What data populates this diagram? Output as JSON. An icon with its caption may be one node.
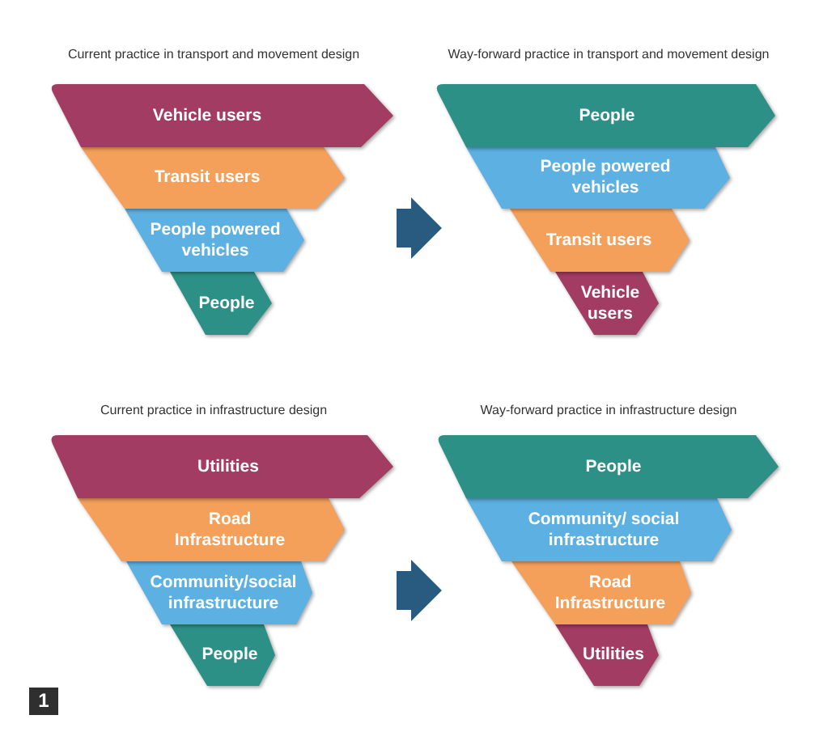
{
  "diagram": {
    "nodes": [
      {
        "text": [
          "Current practice in transport and movement design"
        ]
      },
      {
        "text": [
          "Vehicle users"
        ],
        "in": 0
      },
      {
        "text": [
          "Transit users"
        ],
        "in": 0
      },
      {
        "text": [
          "People powered vehicles"
        ],
        "in": 0
      },
      {
        "text": [
          "People"
        ],
        "in": 0
      },
      {
        "text": [
          "Way-forward practice in transport and movement design"
        ]
      },
      {
        "text": [
          "People"
        ],
        "in": 5
      },
      {
        "text": [
          "People powered vehicles"
        ],
        "in": 5
      },
      {
        "text": [
          "Transit users"
        ],
        "in": 5
      },
      {
        "text": [
          "Vehicle users"
        ],
        "in": 5
      },
      {
        "text": [
          "Current practice in infrastructure design"
        ]
      },
      {
        "text": [
          "Utilities"
        ],
        "in": 10
      },
      {
        "text": [
          "Road Infrastructure"
        ],
        "in": 10
      },
      {
        "text": [
          "Community/social infrastructure"
        ],
        "in": 10
      },
      {
        "text": [
          "People"
        ],
        "in": 10
      },
      {
        "text": [
          "Way-forward practice in infrastructure design"
        ]
      },
      {
        "text": [
          "People"
        ],
        "in": 15
      },
      {
        "text": [
          "Community/ social infrastructure"
        ],
        "in": 15
      },
      {
        "text": [
          "Road Infrastructure"
        ],
        "in": 15
      },
      {
        "text": [
          "Utilities"
        ],
        "in": 15
      }
    ],
    "edges": [
      {
        "from": 0,
        "to": 5,
        "arrow": "to"
      },
      {
        "from": 10,
        "to": 15,
        "arrow": "to"
      }
    ],
    "labels": [
      "1"
    ]
  }
}
